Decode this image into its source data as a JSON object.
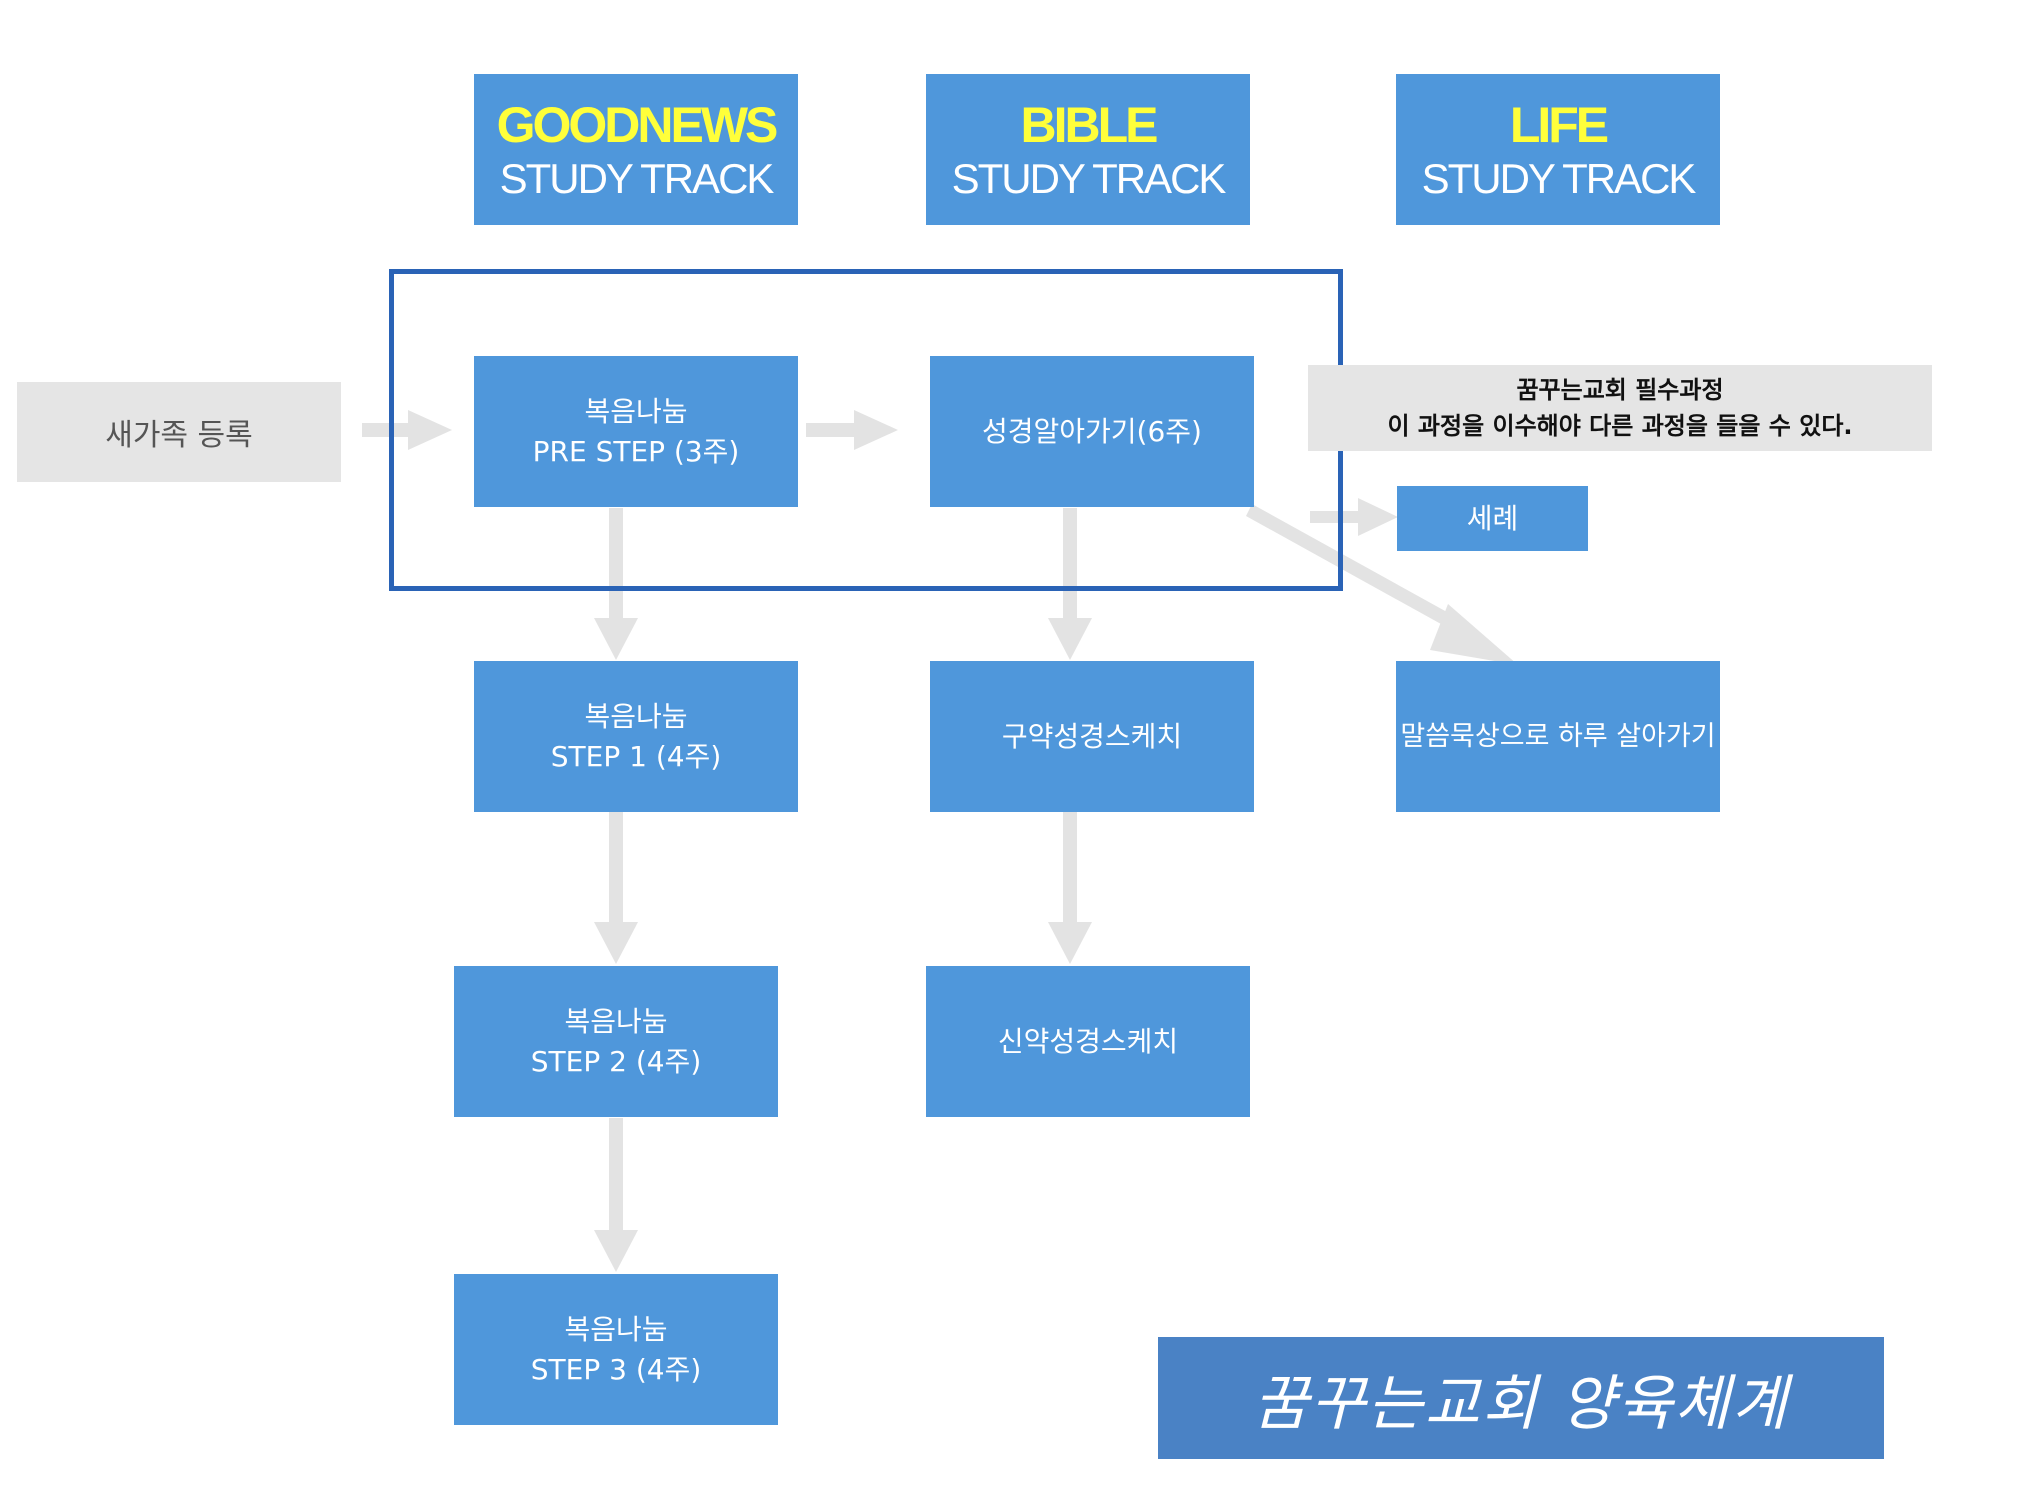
{
  "tracks": [
    {
      "title": "GOODNEWS",
      "subtitle": "STUDY  TRACK"
    },
    {
      "title": "BIBLE",
      "subtitle": "STUDY TRACK"
    },
    {
      "title": "LIFE",
      "subtitle": "STUDY TRACK"
    }
  ],
  "registration": {
    "label": "새가족 등록"
  },
  "goodnews_steps": [
    {
      "line1": "복음나눔",
      "line2": "PRE STEP (3주)"
    },
    {
      "line1": "복음나눔",
      "line2": "STEP 1 (4주)"
    },
    {
      "line1": "복음나눔",
      "line2": "STEP 2 (4주)"
    },
    {
      "line1": "복음나눔",
      "line2": "STEP 3 (4주)"
    }
  ],
  "bible_steps": [
    {
      "label": "성경알아가기(6주)"
    },
    {
      "label": "구약성경스케치"
    },
    {
      "label": "신약성경스케치"
    }
  ],
  "life_steps": [
    {
      "label": "세례"
    },
    {
      "label": "말씀묵상으로 하루 살아가기"
    }
  ],
  "required_note": {
    "line1": "꿈꾸는교회 필수과정",
    "line2": "이 과정을 이수해야 다른 과정을 들을 수 있다."
  },
  "banner": {
    "title": "꿈꾸는교회 양육체계"
  },
  "colors": {
    "box": "#4f97db",
    "header_title": "#ffff3a",
    "frame": "#2a63b6",
    "gray": "#e5e5e5",
    "arrow": "#e3e3e3",
    "banner": "#4a82c5"
  }
}
